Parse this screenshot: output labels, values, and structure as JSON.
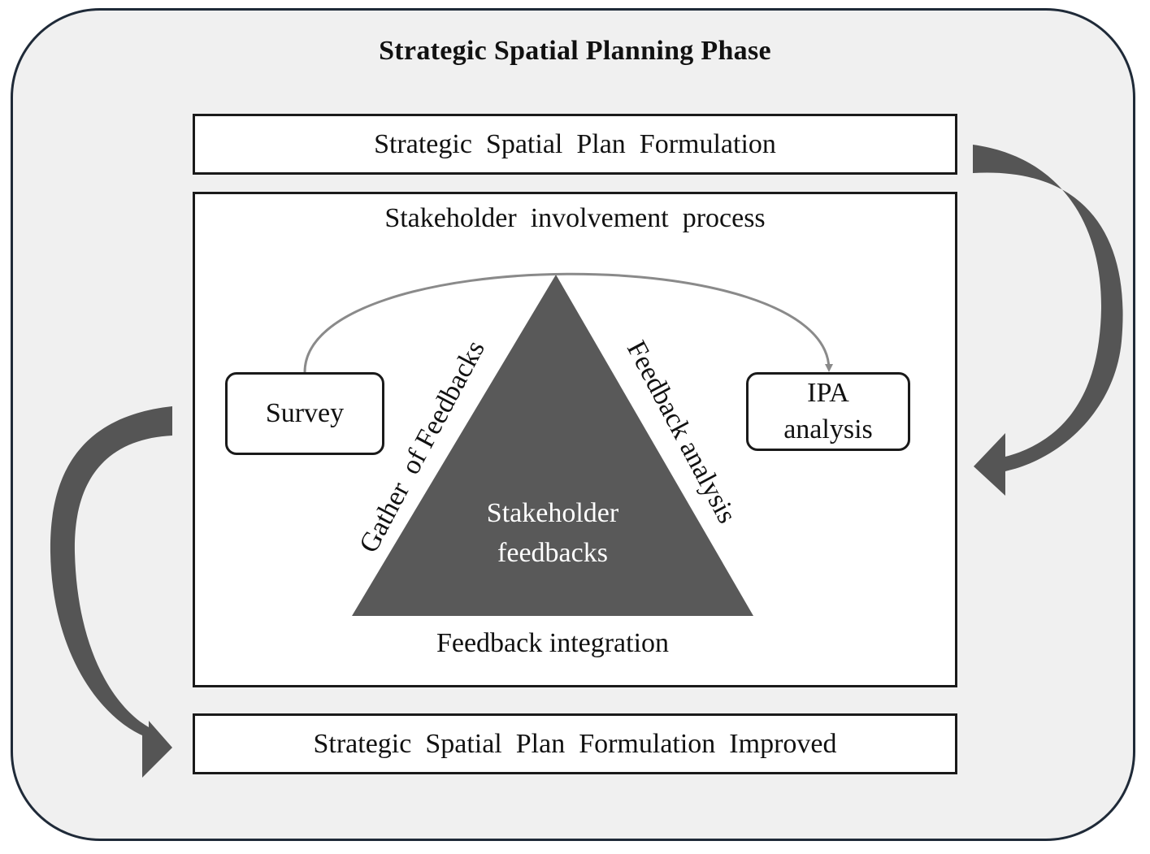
{
  "diagram": {
    "phase_title": "Strategic Spatial Planning Phase",
    "top_box": "Strategic  Spatial  Plan  Formulation",
    "process_title": "Stakeholder  involvement  process",
    "survey": "Survey",
    "ipa_line1": "IPA",
    "ipa_line2": "analysis",
    "triangle_line1": "Stakeholder",
    "triangle_line2": "feedbacks",
    "left_side": "Gather  of Feedbacks",
    "right_side": "Feedback analysis",
    "base": "Feedback integration",
    "bottom_box": "Strategic  Spatial  Plan  Formulation  Improved"
  },
  "colors": {
    "frame_border": "#1f2a38",
    "panel_fill": "#f0f0f0",
    "triangle_fill": "#595959",
    "big_arrow_fill": "#555555",
    "connector": "#8a8a8a"
  }
}
